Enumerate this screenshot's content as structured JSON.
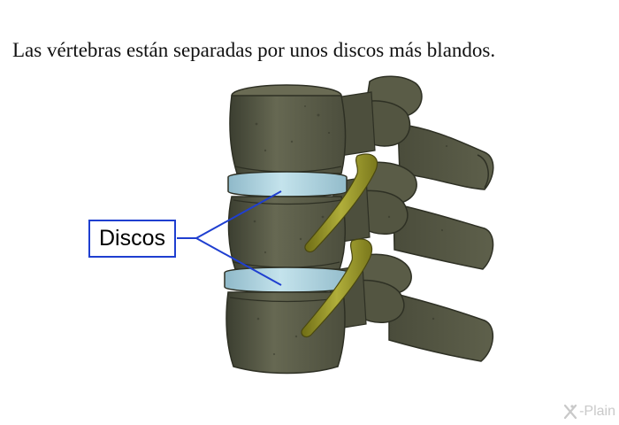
{
  "caption": "Las vértebras están separadas por unos discos más blandos.",
  "label": {
    "text": "Discos",
    "border_color": "#1f3fd0"
  },
  "watermark": {
    "text": "-Plain",
    "icon": "x-plain-logo-icon"
  },
  "colors": {
    "bone_dark": "#4a4d3a",
    "bone_mid": "#6b6c55",
    "disc": "#a9d0de",
    "nerve": "#9c9a2b"
  }
}
